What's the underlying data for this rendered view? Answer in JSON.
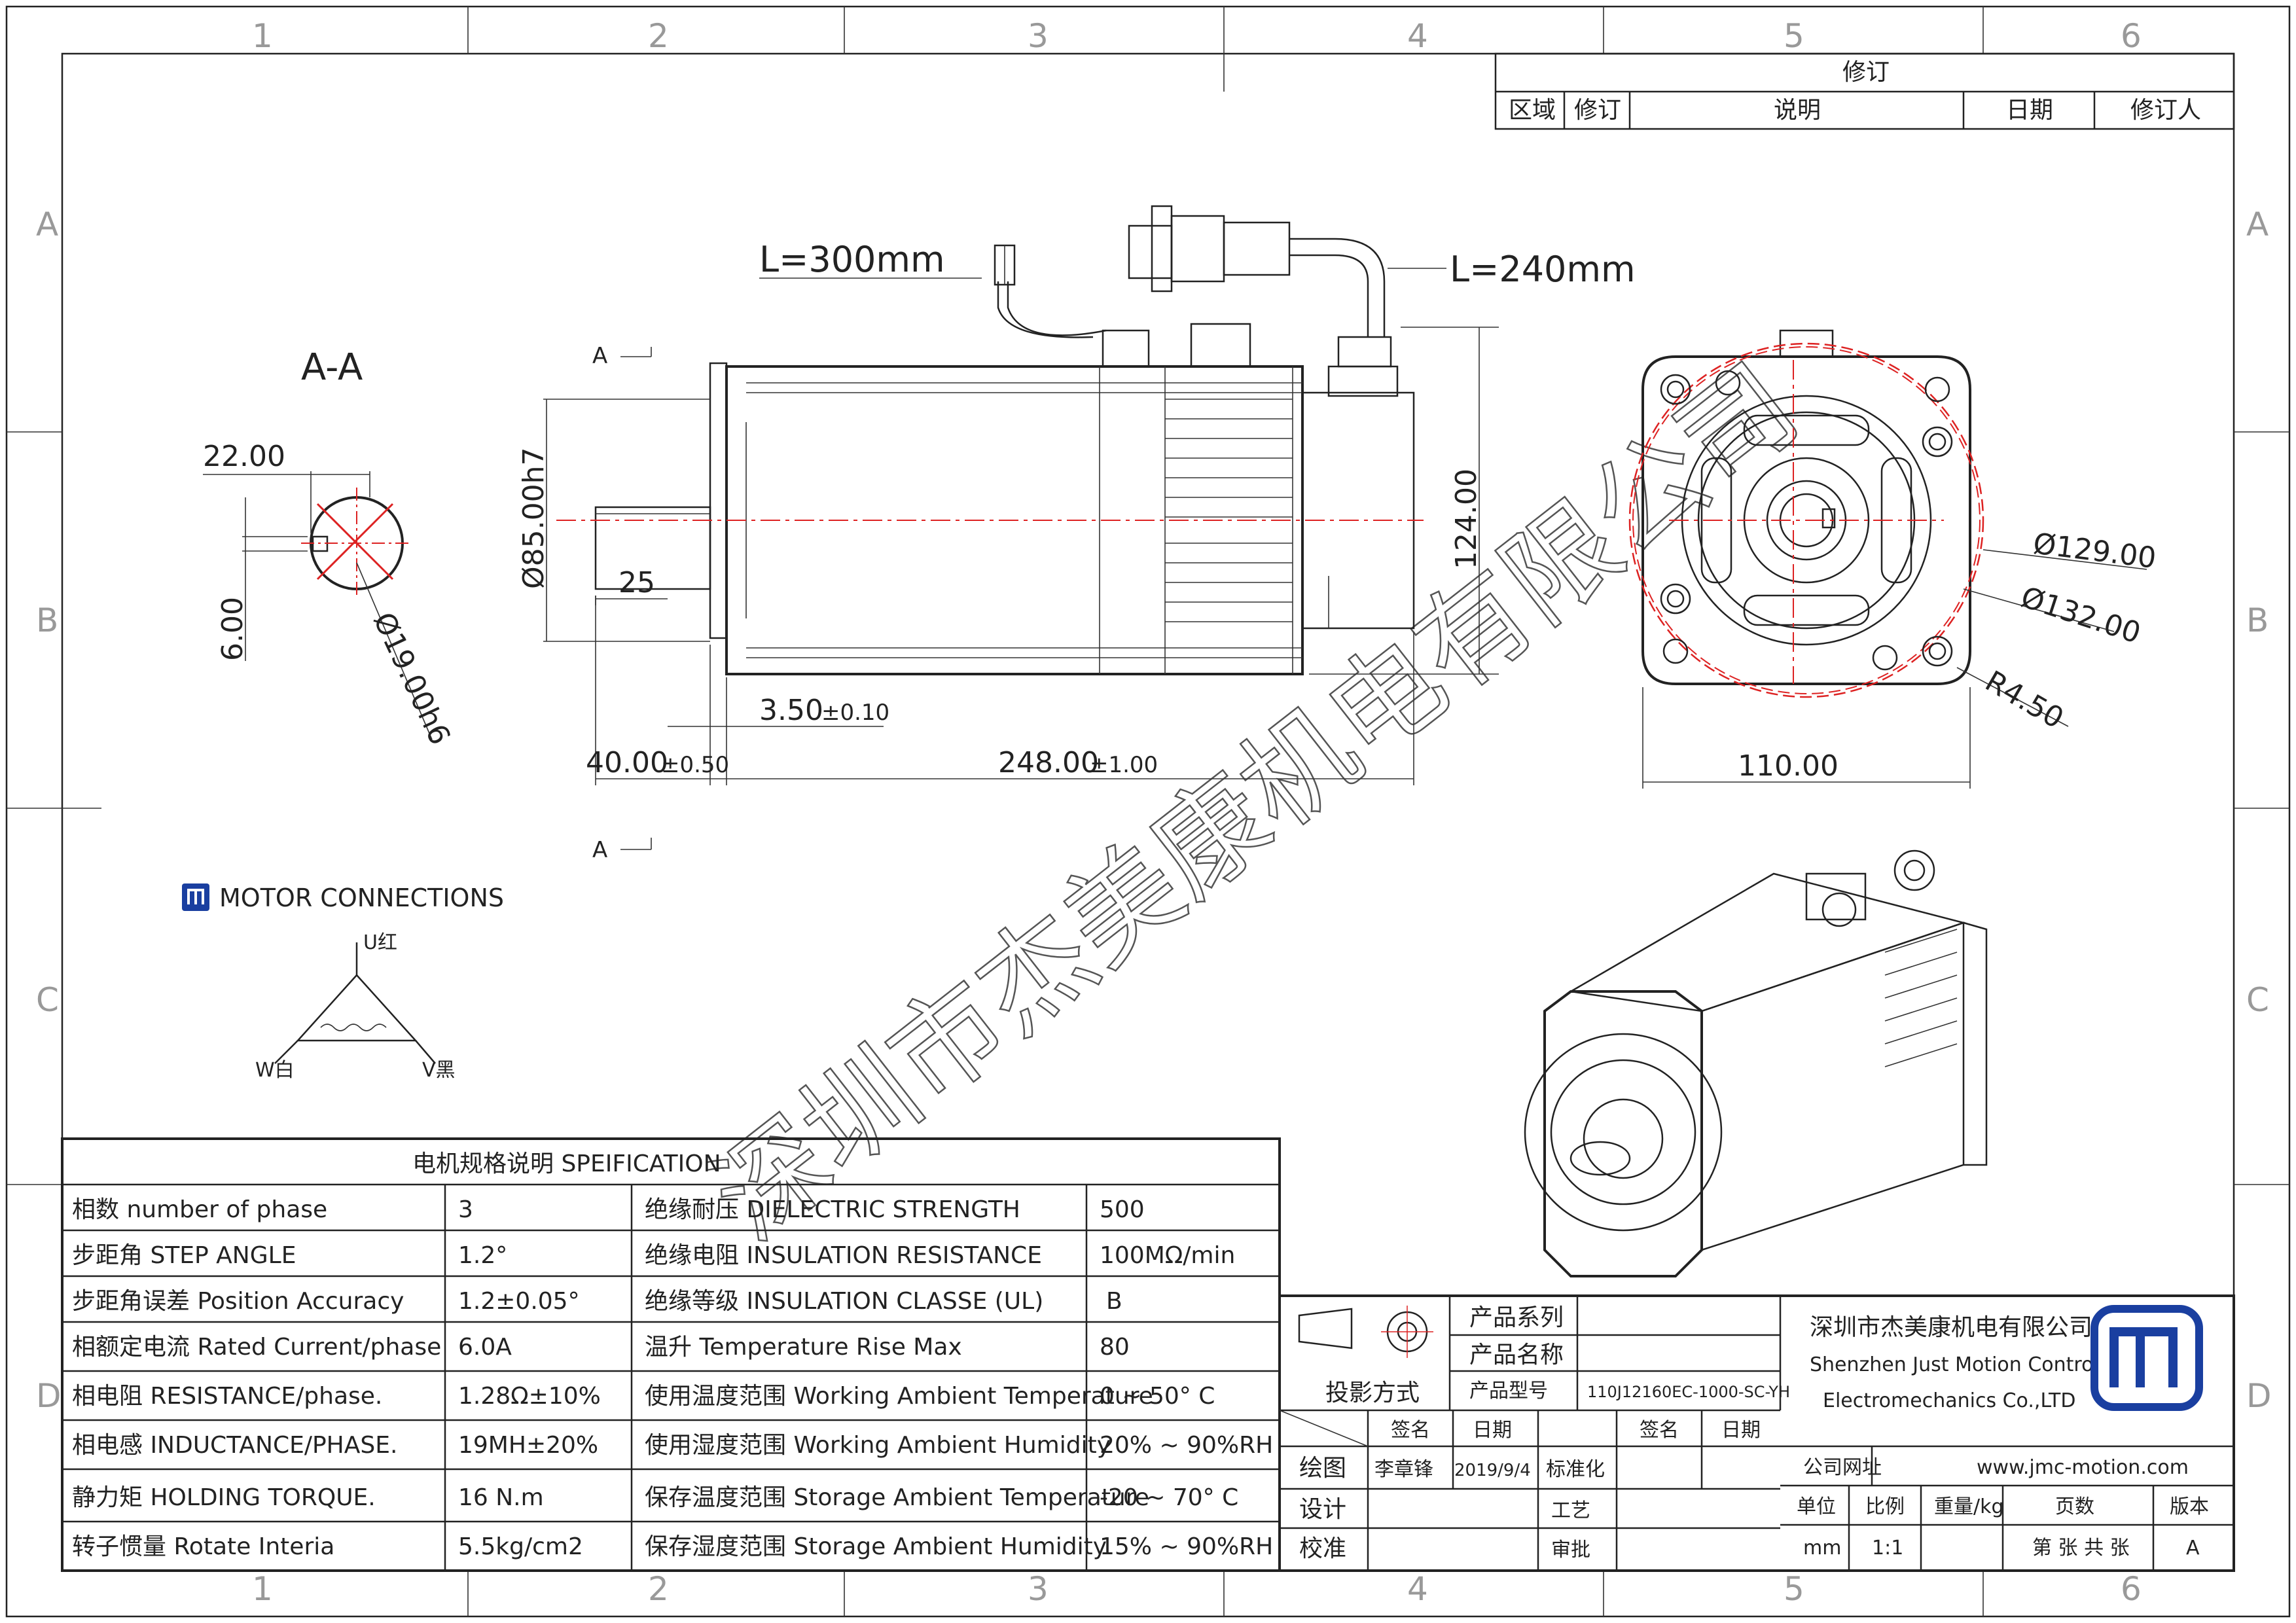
{
  "grid": {
    "columns": [
      "1",
      "2",
      "3",
      "4",
      "5",
      "6"
    ],
    "rows": [
      "A",
      "B",
      "C",
      "D"
    ]
  },
  "revision_block": {
    "title": "修订",
    "headers": [
      "区域",
      "修订",
      "说明",
      "日期",
      "修订人"
    ]
  },
  "section_view": {
    "title": "A-A",
    "dim_width": "22.00",
    "dim_key": "6.00",
    "dim_shaft": "Ø19.00h6"
  },
  "side_view": {
    "section_mark_top": "A",
    "section_mark_bottom": "A",
    "cable_length_1": "L=300mm",
    "cable_length_2": "L=240mm",
    "dim_pilot": "Ø85.00h7",
    "dim_key_len": "25",
    "dim_flange": "3.50",
    "dim_flange_tol": "±0.10",
    "dim_shaft_len": "40.00",
    "dim_shaft_len_tol": "±0.50",
    "dim_body_len": "248.00",
    "dim_body_len_tol": "±1.00",
    "dim_height": "124.00"
  },
  "front_view": {
    "dim_bolt_circle": "Ø129.00",
    "dim_outer": "Ø132.00",
    "dim_radius": "R4.50",
    "dim_square": "110.00"
  },
  "connections": {
    "title": "MOTOR CONNECTIONS",
    "u": "U红",
    "v": "V黑",
    "w": "W白"
  },
  "watermark": "深圳市杰美康机电有限公司",
  "spec_table": {
    "title": "电机规格说明 SPEIFICATION",
    "rows": [
      {
        "label": "相数 number of phase",
        "value": "3",
        "label2": "绝缘耐压 DIELECTRIC STRENGTH",
        "value2": "500"
      },
      {
        "label": "步距角 STEP ANGLE",
        "value": "1.2°",
        "label2": "绝缘电阻 INSULATION RESISTANCE",
        "value2": "100MΩ/min"
      },
      {
        "label": "步距角误差 Position Accuracy",
        "value": "1.2±0.05°",
        "label2": "绝缘等级 INSULATION CLASSE (UL)",
        "value2": "B"
      },
      {
        "label": "相额定电流 Rated Current/phase",
        "value": "6.0A",
        "label2": "温升 Temperature Rise Max",
        "value2": "80"
      },
      {
        "label": "相电阻 RESISTANCE/phase.",
        "value": "1.28Ω±10%",
        "label2": "使用温度范围 Working Ambient Temperature",
        "value2": "0 ~ 50° C"
      },
      {
        "label": "相电感 INDUCTANCE/PHASE.",
        "value": "19MH±20%",
        "label2": "使用湿度范围 Working Ambient Humidity",
        "value2": "20% ~ 90%RH"
      },
      {
        "label": "静力矩 HOLDING TORQUE.",
        "value": "16 N.m",
        "label2": "保存温度范围 Storage Ambient Temperature",
        "value2": "-20 ~ 70° C"
      },
      {
        "label": "转子惯量 Rotate Interia",
        "value": "5.5kg/cm2",
        "label2": "保存湿度范围 Storage Ambient Humidity",
        "value2": "15% ~ 90%RH"
      }
    ]
  },
  "title_block": {
    "projection": "投影方式",
    "product_series": "产品系列",
    "product_name": "产品名称",
    "product_model": "产品型号",
    "model_value": "110J12160EC-1000-SC-YH",
    "sign": "签名",
    "date": "日期",
    "drawn": "绘图",
    "drawn_by": "李章锋",
    "drawn_date": "2019/9/4",
    "standard": "标准化",
    "design": "设计",
    "process": "工艺",
    "check": "校准",
    "approve": "审批",
    "company_cn": "深圳市杰美康机电有限公司",
    "company_en_1": "Shenzhen Just Motion Control",
    "company_en_2": "Electromechanics Co.,LTD",
    "website_label": "公司网址",
    "website": "www.jmc-motion.com",
    "unit": "单位",
    "scale": "比例",
    "weight": "重量/kg",
    "pages": "页数",
    "version": "版本",
    "unit_value": "mm",
    "scale_value": "1:1",
    "pages_value": "第 张 共 张",
    "version_value": "A"
  }
}
